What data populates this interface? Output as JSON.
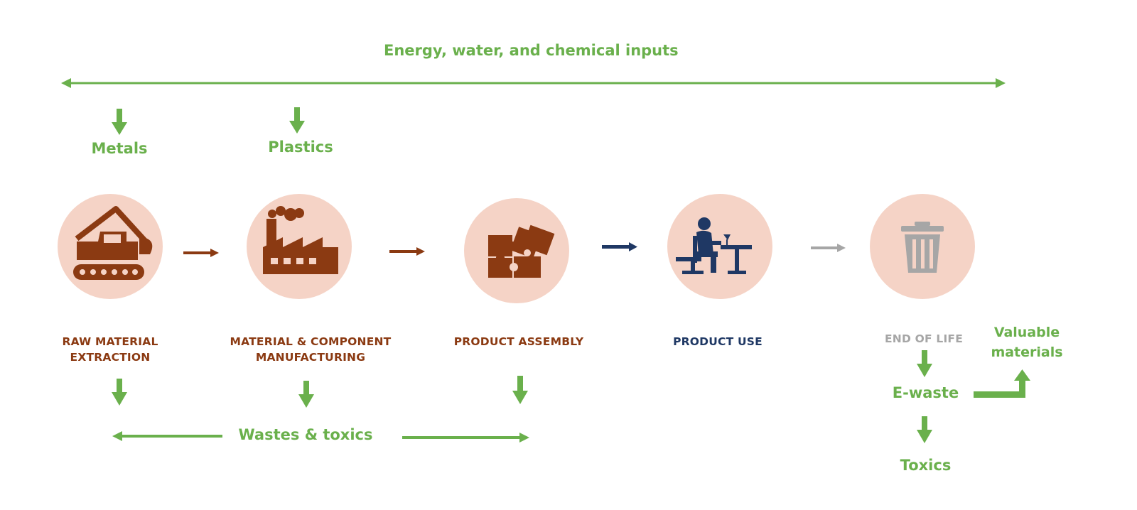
{
  "colors": {
    "green": "#6ab04c",
    "brown": "#8b3a12",
    "navy": "#1f3864",
    "gray": "#a6a6a6",
    "circle_fill": "#f5d3c6"
  },
  "top_label": "Energy, water, and chemical inputs",
  "inputs": {
    "metals": "Metals",
    "plastics": "Plastics"
  },
  "stages": {
    "raw_material": {
      "line1": "RAW MATERIAL",
      "line2": "EXTRACTION",
      "icon": "excavator-icon"
    },
    "manufacturing": {
      "line1": "MATERIAL & COMPONENT",
      "line2": "MANUFACTURING",
      "icon": "factory-icon"
    },
    "assembly": {
      "line1": "PRODUCT ASSEMBLY",
      "icon": "puzzle-icon"
    },
    "use": {
      "line1": "PRODUCT USE",
      "icon": "person-at-desk-icon"
    },
    "end_of_life": {
      "line1": "END OF LIFE",
      "icon": "trash-can-icon"
    }
  },
  "outputs": {
    "wastes": "Wastes & toxics",
    "ewaste": "E-waste",
    "toxics": "Toxics",
    "valuable_line1": "Valuable",
    "valuable_line2": "materials"
  }
}
